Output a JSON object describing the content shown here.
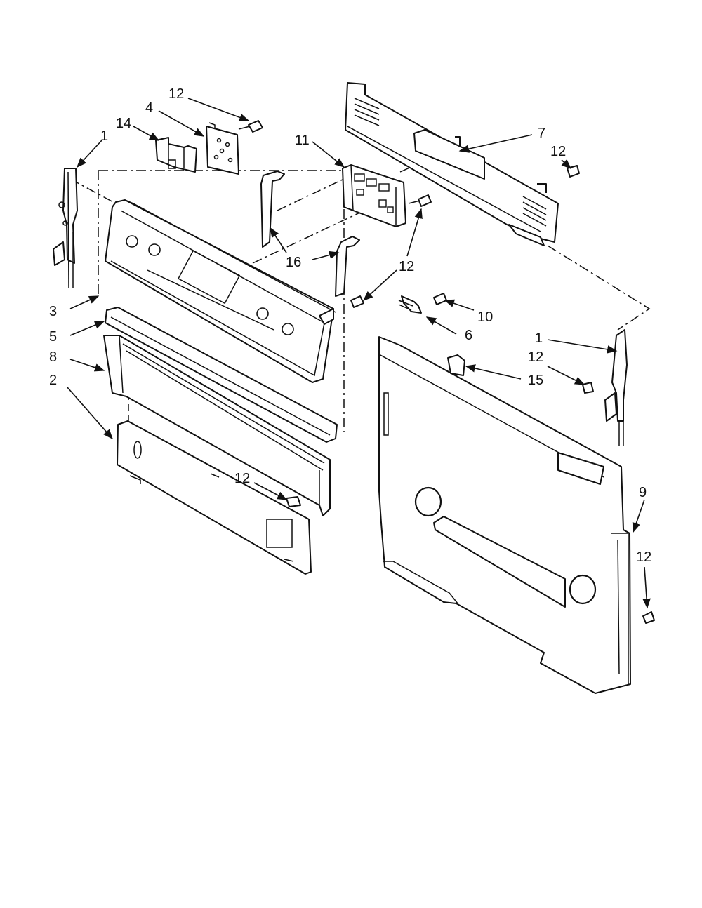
{
  "callouts": [
    {
      "id": "c12a",
      "label": "12"
    },
    {
      "id": "c4",
      "label": "4"
    },
    {
      "id": "c14",
      "label": "14"
    },
    {
      "id": "c1a",
      "label": "1"
    },
    {
      "id": "c11",
      "label": "11"
    },
    {
      "id": "c7",
      "label": "7"
    },
    {
      "id": "c12b",
      "label": "12"
    },
    {
      "id": "c16",
      "label": "16"
    },
    {
      "id": "c12c",
      "label": "12"
    },
    {
      "id": "c3",
      "label": "3"
    },
    {
      "id": "c10",
      "label": "10"
    },
    {
      "id": "c5",
      "label": "5"
    },
    {
      "id": "c6",
      "label": "6"
    },
    {
      "id": "c1b",
      "label": "1"
    },
    {
      "id": "c8",
      "label": "8"
    },
    {
      "id": "c12d",
      "label": "12"
    },
    {
      "id": "c15",
      "label": "15"
    },
    {
      "id": "c2",
      "label": "2"
    },
    {
      "id": "c12e",
      "label": "12"
    },
    {
      "id": "c9",
      "label": "9"
    },
    {
      "id": "c12f",
      "label": "12"
    }
  ]
}
